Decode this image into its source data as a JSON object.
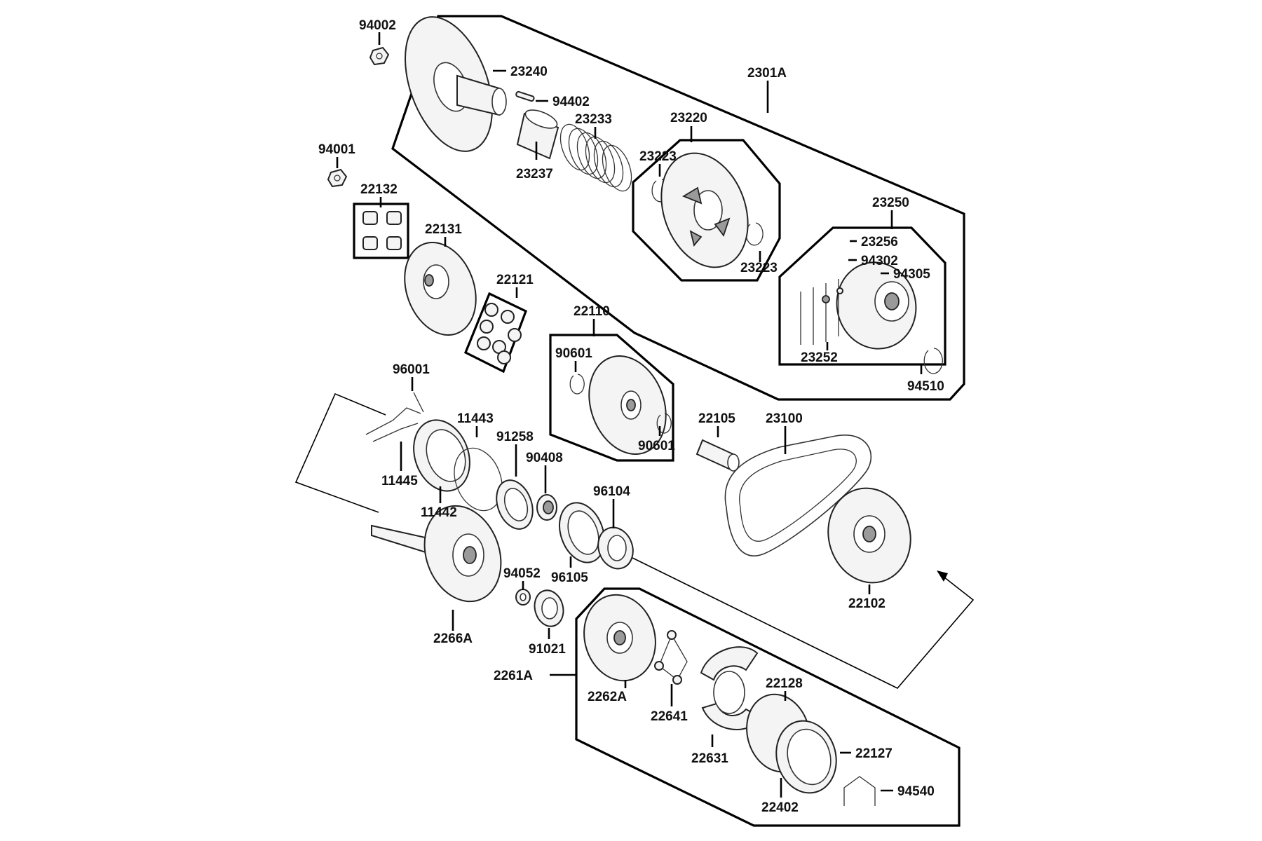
{
  "labels": {
    "p94002": "94002",
    "p23240": "23240",
    "p2301A": "2301A",
    "p94402": "94402",
    "p23233": "23233",
    "p23220": "23220",
    "p94001": "94001",
    "p23237": "23237",
    "p23223a": "23223",
    "p22132": "22132",
    "p23250": "23250",
    "p22131": "22131",
    "p23256": "23256",
    "p94302": "94302",
    "p23223b": "23223",
    "p94305": "94305",
    "p22121": "22121",
    "p22110": "22110",
    "p90601a": "90601",
    "p23252": "23252",
    "p96001": "96001",
    "p94510": "94510",
    "p11443": "11443",
    "p22105": "22105",
    "p23100": "23100",
    "p91258": "91258",
    "p90601b": "90601",
    "p90408": "90408",
    "p11445": "11445",
    "p96104": "96104",
    "p11442": "11442",
    "p94052": "94052",
    "p96105": "96105",
    "p22102": "22102",
    "p2266A": "2266A",
    "p91021": "91021",
    "p2261A": "2261A",
    "p22128": "22128",
    "p2262A": "2262A",
    "p22641": "22641",
    "p22127": "22127",
    "p22631": "22631",
    "p94540": "94540",
    "p22402": "22402"
  }
}
